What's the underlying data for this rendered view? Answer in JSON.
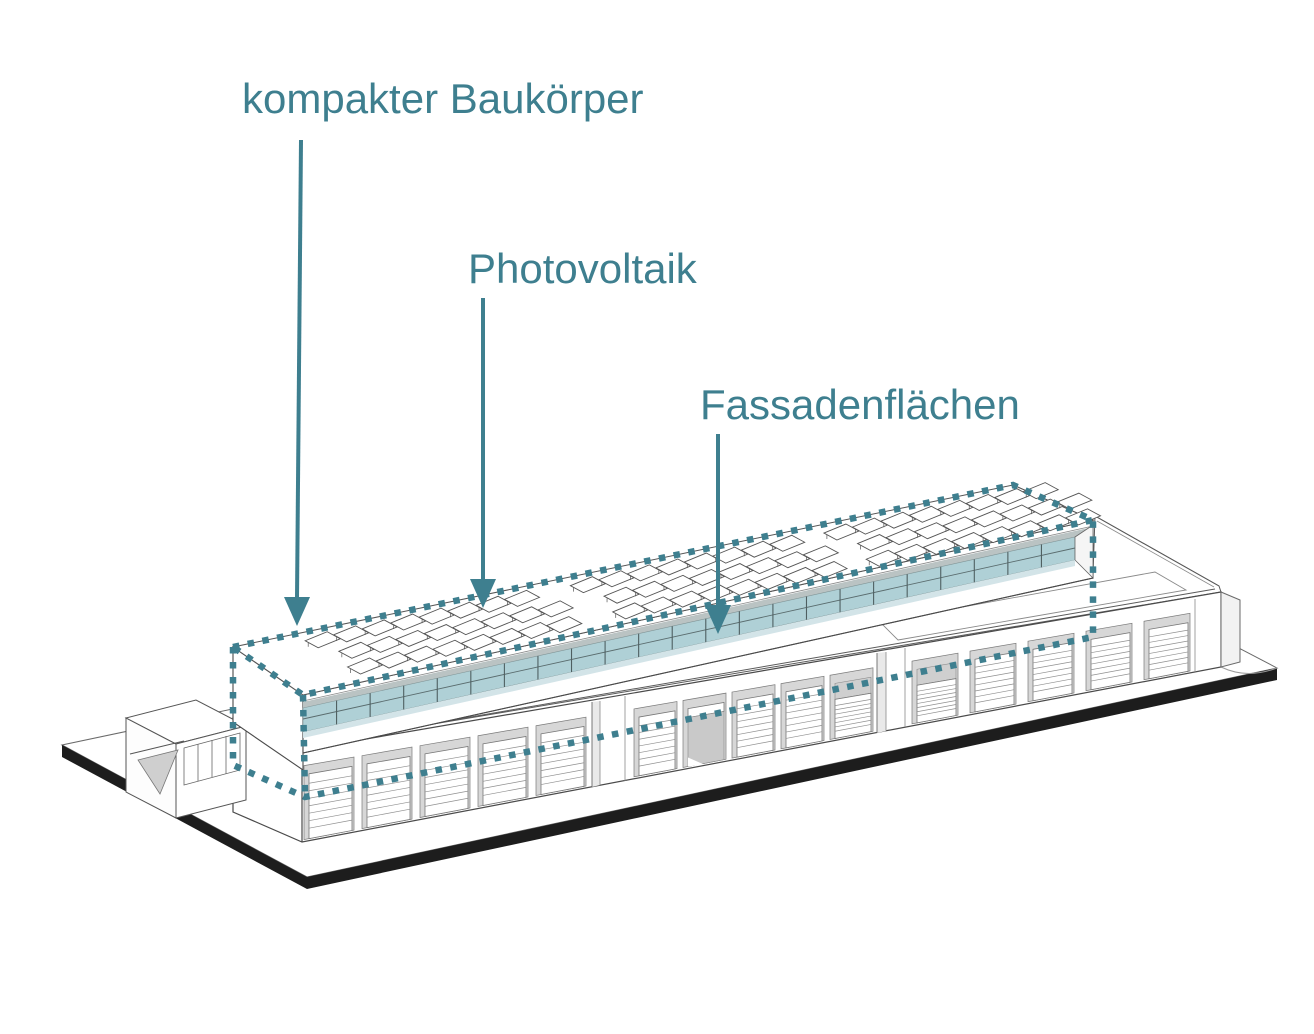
{
  "labels": {
    "kompakter_baukoerper": "kompakter Baukörper",
    "photovoltaik": "Photovoltaik",
    "fassadenflaechen": "Fassadenflächen"
  },
  "colors": {
    "accent_teal": "#3E7F8F",
    "glazing_teal": "#AFD0D6",
    "glazing_sill_teal": "#D3E4E8",
    "soffit_gray": "#BAC3C3",
    "line_gray": "#4A4A4A",
    "ground_edge_black": "#1D1D1D",
    "open_door_gray": "#C9C9C9",
    "recess_gray": "#D7D7D7",
    "panel_outline": "#555555"
  }
}
